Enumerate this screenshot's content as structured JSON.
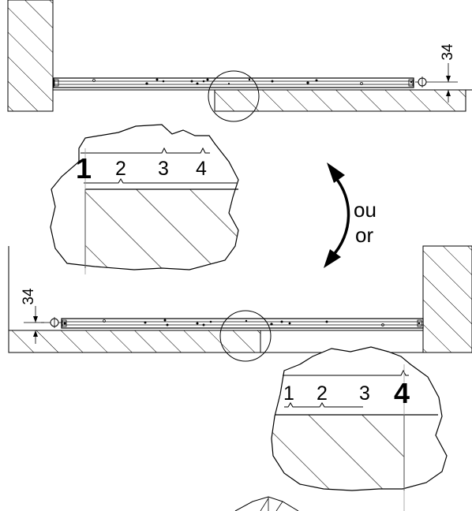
{
  "dimension_top": "34",
  "dimension_bottom": "34",
  "position_labels_top": [
    "1",
    "2",
    "3",
    "4"
  ],
  "position_labels_bottom": [
    "1",
    "2",
    "3",
    "4"
  ],
  "highlight_top": "1",
  "highlight_bottom": "4",
  "alternative_label_fr": "ou",
  "alternative_label_en": "or",
  "stroke_color": "#000000"
}
